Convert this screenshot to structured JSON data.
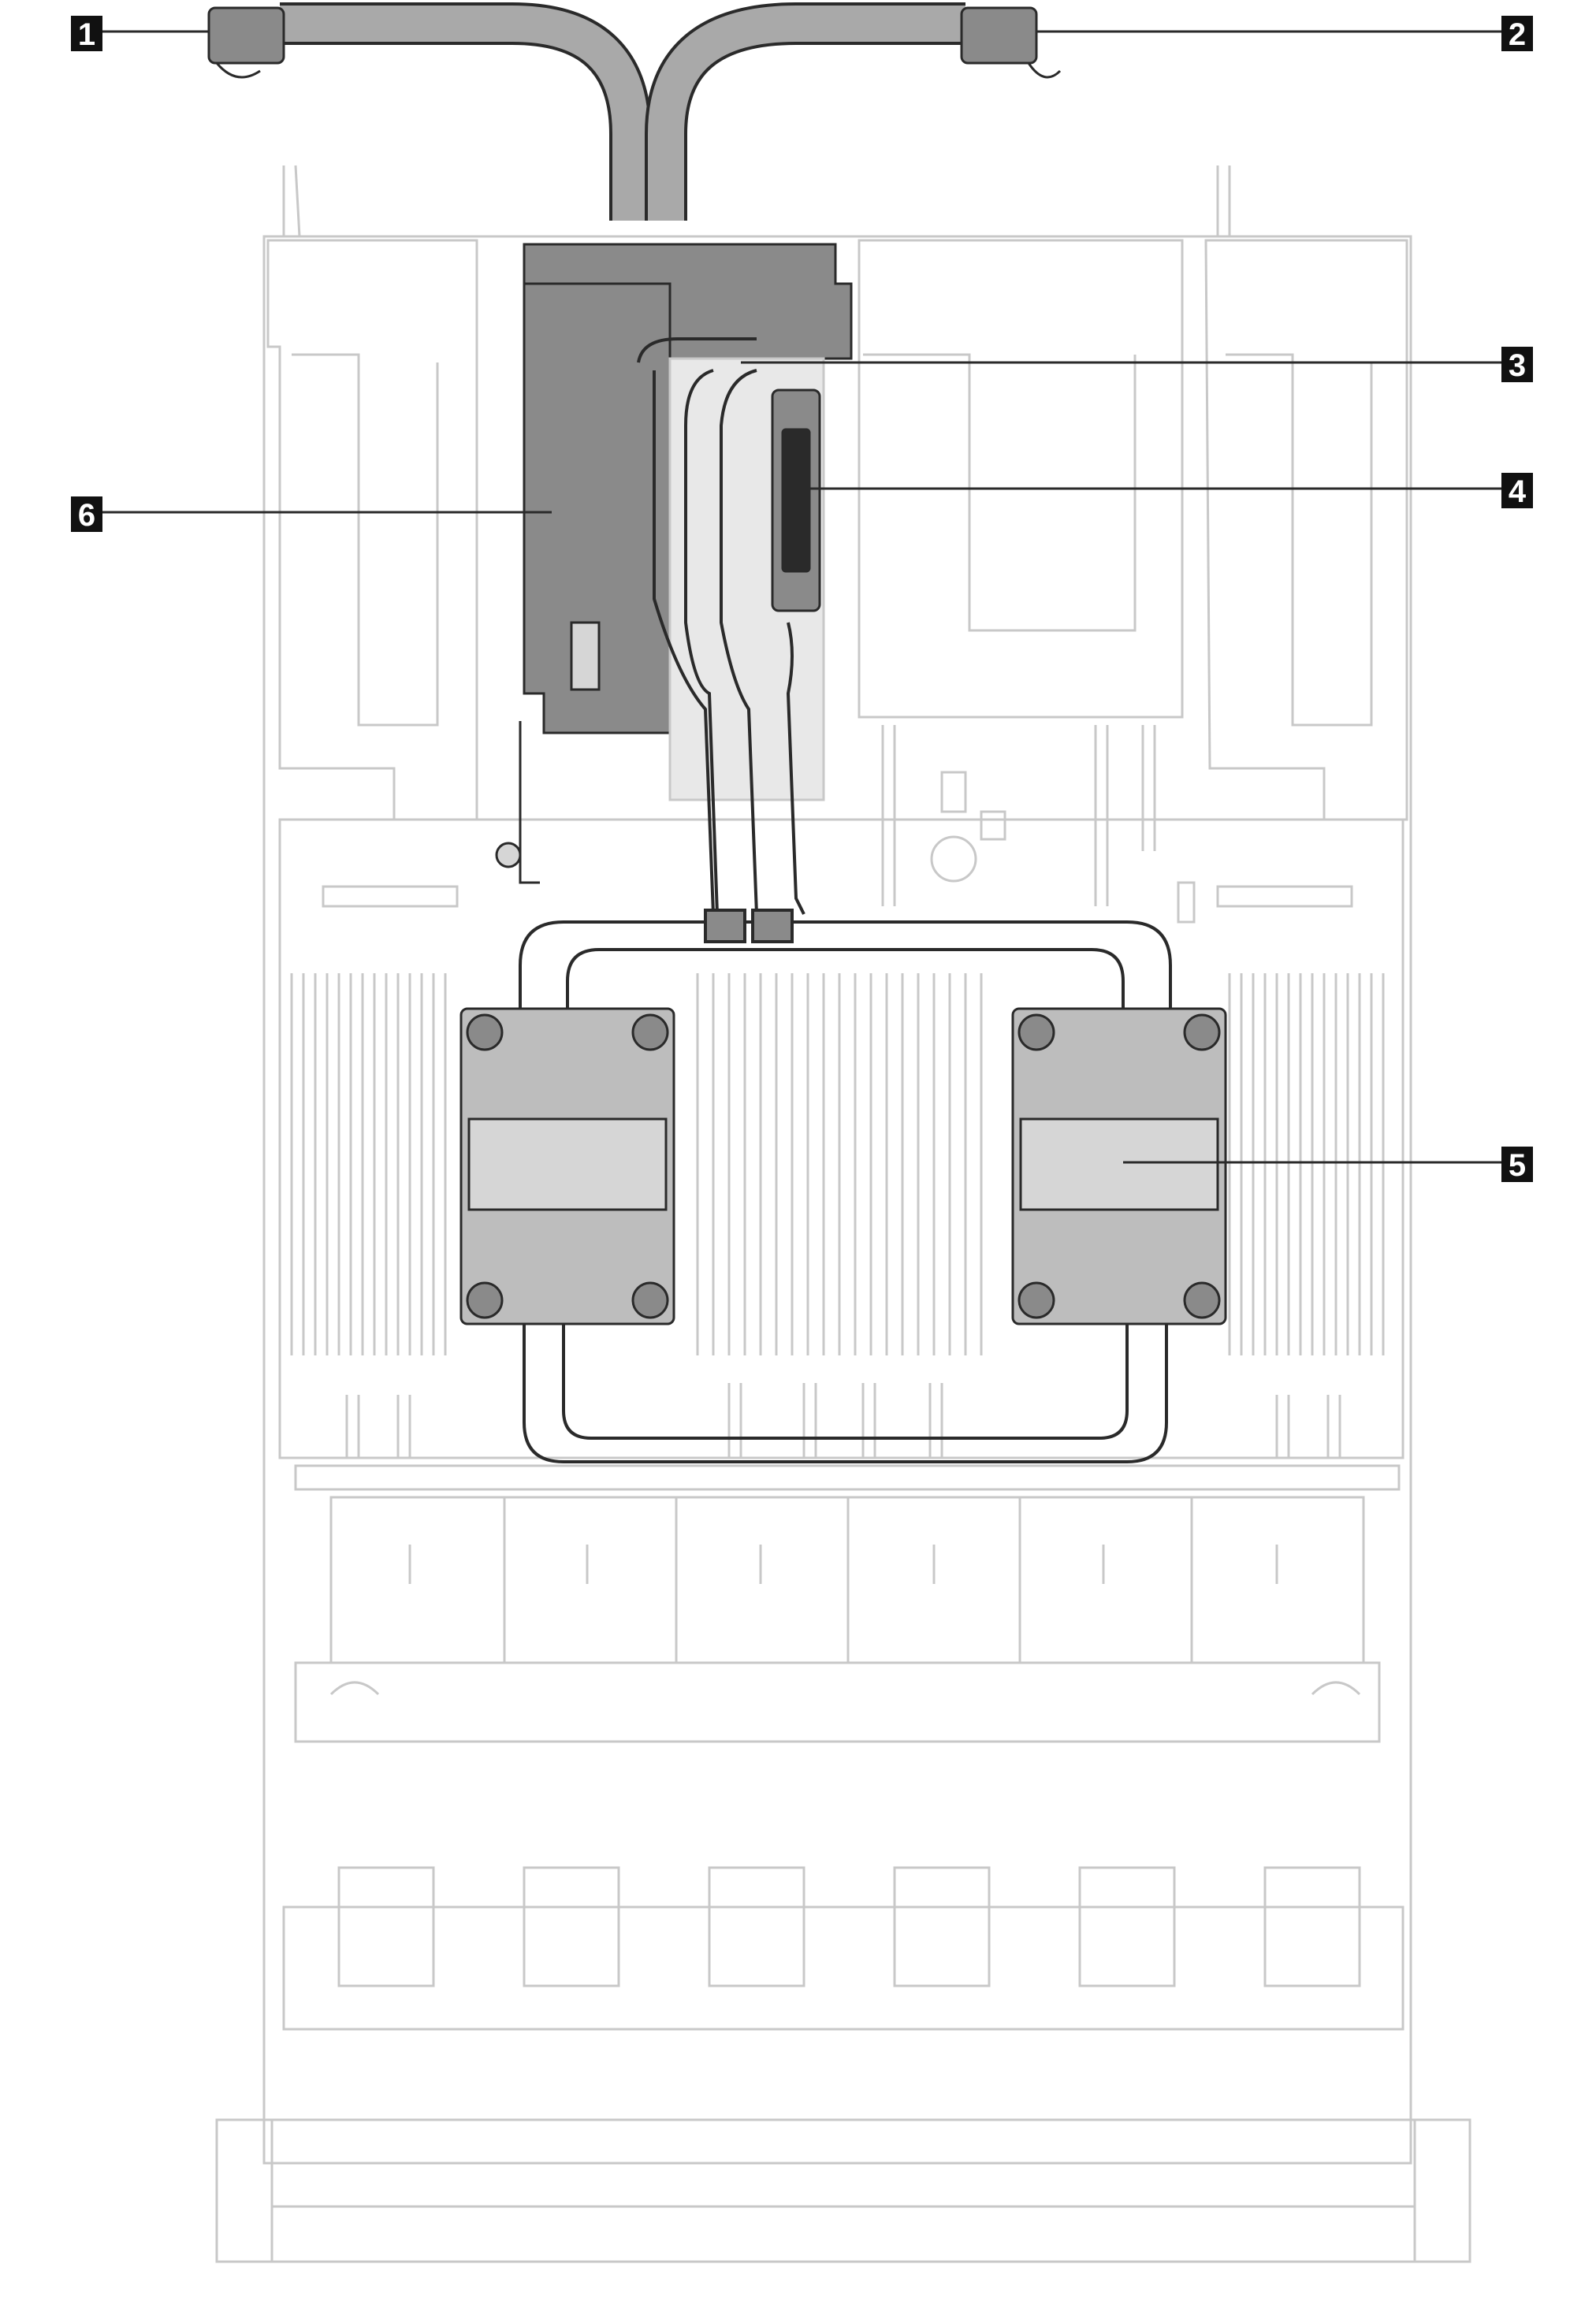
{
  "callouts": [
    {
      "id": "1",
      "label": "1"
    },
    {
      "id": "2",
      "label": "2"
    },
    {
      "id": "3",
      "label": "3"
    },
    {
      "id": "4",
      "label": "4"
    },
    {
      "id": "5",
      "label": "5"
    },
    {
      "id": "6",
      "label": "6"
    }
  ],
  "colors": {
    "outline_light": "#c8c8c8",
    "outline_dark": "#2a2a2a",
    "hose_fill": "#a9a9a9",
    "module_fill": "#8a8a8a",
    "module_light": "#d6d6d6",
    "coldplate_fill": "#bdbdbd",
    "callout_box": "#111111",
    "callout_text": "#ffffff"
  }
}
